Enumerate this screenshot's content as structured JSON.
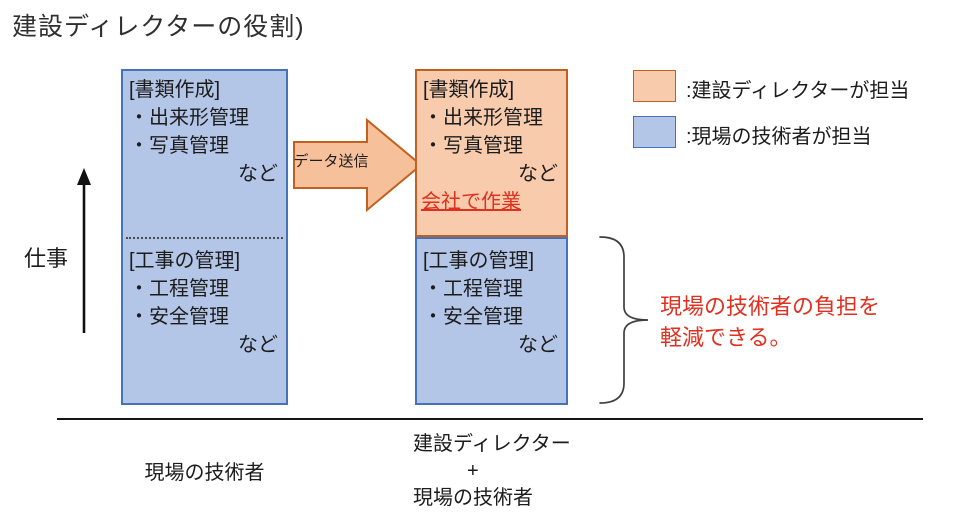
{
  "title": "建設ディレクターの役割)",
  "y_axis_label": "仕事",
  "arrow_label": "データ送信",
  "colors": {
    "blue_fill": "#b4c6e7",
    "blue_border": "#4673b8",
    "orange_fill": "#f8cbad",
    "orange_border": "#c2601f",
    "accent_red": "#e0301f",
    "baseline": "#151515"
  },
  "left_column": {
    "doc_section": {
      "header": "[書類作成]",
      "items": [
        "・出来形管理",
        "・写真管理"
      ],
      "etc": "など"
    },
    "mgmt_section": {
      "header": "[工事の管理]",
      "items": [
        "・工程管理",
        "・安全管理"
      ],
      "etc": "など"
    },
    "axis_label": "現場の技術者"
  },
  "right_column": {
    "doc_section": {
      "header": "[書類作成]",
      "items": [
        "・出来形管理",
        "・写真管理"
      ],
      "etc": "など",
      "note": "会社で作業"
    },
    "mgmt_section": {
      "header": "[工事の管理]",
      "items": [
        "・工程管理",
        "・安全管理"
      ],
      "etc": "など"
    },
    "axis_label_lines": [
      "建設ディレクター",
      "+",
      "現場の技術者"
    ]
  },
  "legend": [
    {
      "swatch_color": "#f8cbad",
      "label": ":建設ディレクターが担当"
    },
    {
      "swatch_color": "#b4c6e7",
      "label": ":現場の技術者が担当"
    }
  ],
  "benefit_note": {
    "lines": [
      "現場の技術者の負担を",
      "軽減できる。"
    ]
  }
}
